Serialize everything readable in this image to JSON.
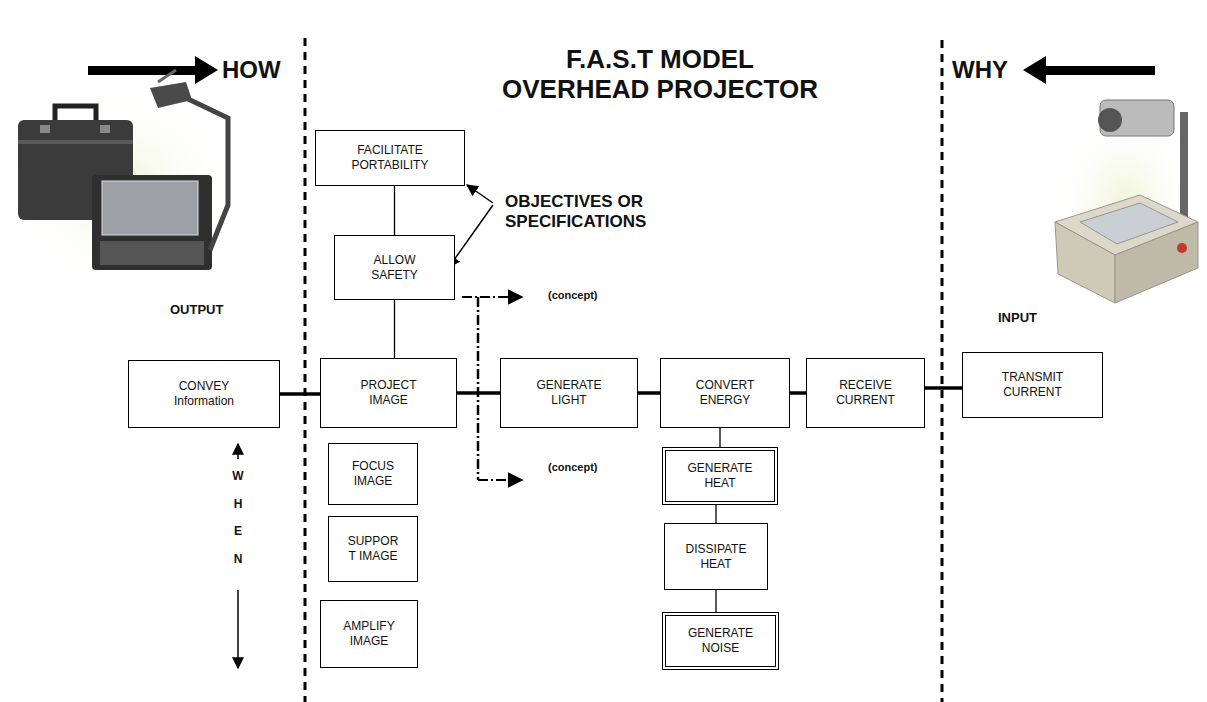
{
  "diagram": {
    "title": "F.A.S.T MODEL OVERHEAD PROJECTOR",
    "nodes": [
      {
        "text": [
          "FACILITATE PORTABILITY"
        ]
      },
      {
        "text": [
          "ALLOW SAFETY"
        ]
      },
      {
        "text": [
          "CONVEY Information"
        ]
      },
      {
        "text": [
          "PROJECT IMAGE"
        ]
      },
      {
        "text": [
          "GENERATE LIGHT"
        ]
      },
      {
        "text": [
          "CONVERT ENERGY"
        ]
      },
      {
        "text": [
          "RECEIVE CURRENT"
        ]
      },
      {
        "text": [
          "TRANSMIT CURRENT"
        ]
      },
      {
        "text": [
          "FOCUS IMAGE"
        ]
      },
      {
        "text": [
          "SUPPOR T IMAGE"
        ]
      },
      {
        "text": [
          "AMPLIFY IMAGE"
        ]
      },
      {
        "text": [
          "GENERATE HEAT"
        ]
      },
      {
        "text": [
          "DISSIPATE HEAT"
        ]
      },
      {
        "text": [
          "GENERATE NOISE"
        ]
      }
    ],
    "edges": [
      {
        "from": 2,
        "to": 3,
        "arrow": "none"
      },
      {
        "from": 3,
        "to": 4,
        "arrow": "none"
      },
      {
        "from": 4,
        "to": 5,
        "arrow": "none"
      },
      {
        "from": 5,
        "to": 6,
        "arrow": "none"
      },
      {
        "from": 6,
        "to": 7,
        "arrow": "none"
      },
      {
        "from": 0,
        "to": 1,
        "arrow": "none"
      },
      {
        "from": 1,
        "to": 3,
        "arrow": "none"
      },
      {
        "from": 5,
        "to": 11,
        "arrow": "none"
      },
      {
        "from": 11,
        "to": 12,
        "arrow": "none"
      },
      {
        "from": 12,
        "to": 13,
        "arrow": "none"
      }
    ],
    "labels": [
      "HOW",
      "WHY",
      "OUTPUT",
      "INPUT",
      "OBJECTIVES OR SPECIFICATIONS",
      "(concept)",
      "(concept)",
      "WHEN"
    ]
  }
}
